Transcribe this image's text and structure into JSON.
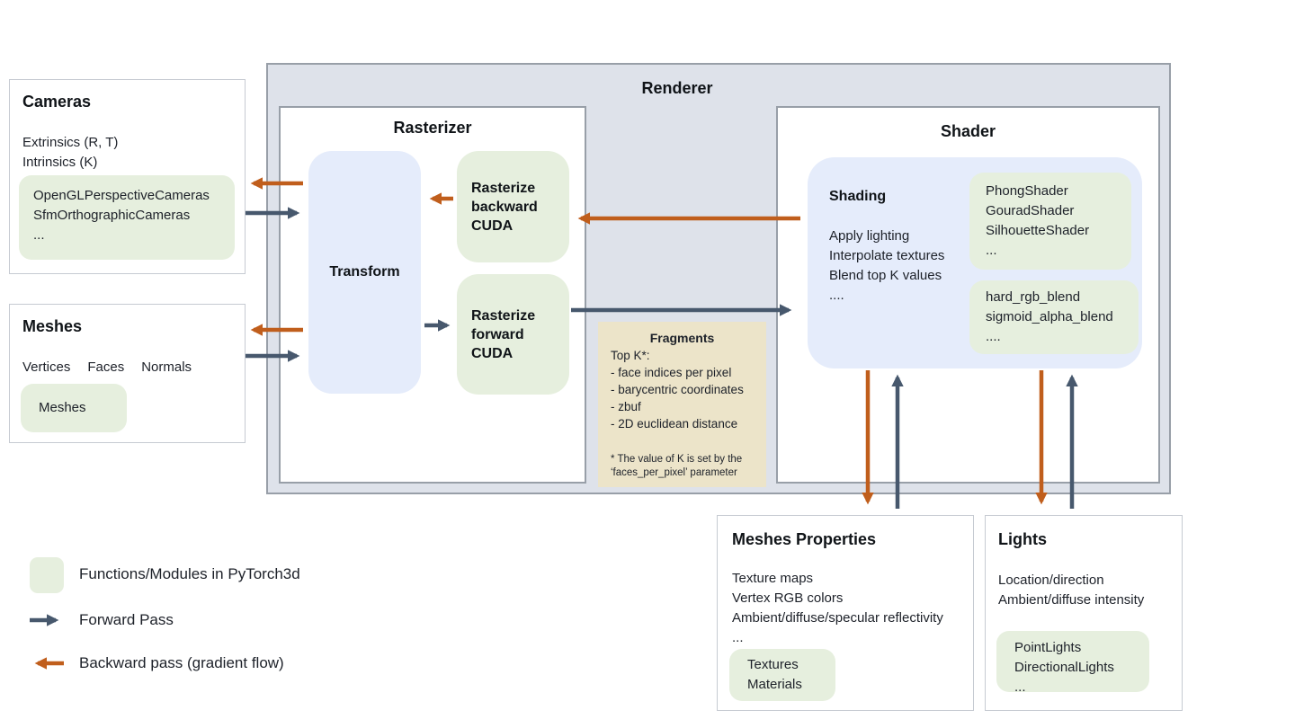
{
  "colors": {
    "backward_arrow": "#c05e1c",
    "forward_arrow": "#47586d",
    "module_green": "#e6efde",
    "block_blue": "#e5ecfb",
    "renderer_background": "#dee2ea",
    "fragments_beige": "#ece4c9",
    "panel_border": "#c6cbd2",
    "container_border": "#989fa8"
  },
  "cameras_panel": {
    "title": "Cameras",
    "lines": [
      "Extrinsics (R, T)",
      "Intrinsics (K)"
    ],
    "module_box": [
      "OpenGLPerspectiveCameras",
      "SfmOrthographicCameras",
      "..."
    ]
  },
  "meshes_panel": {
    "title": "Meshes",
    "words": [
      "Vertices",
      "Faces",
      "Normals"
    ],
    "module_box": [
      "Meshes"
    ]
  },
  "renderer": {
    "title": "Renderer"
  },
  "rasterizer": {
    "title": "Rasterizer",
    "transform_label": "Transform",
    "backward_label": "Rasterize backward CUDA",
    "forward_label": "Rasterize forward CUDA"
  },
  "shader": {
    "title": "Shader",
    "shading_title": "Shading",
    "shading_lines": [
      "Apply lighting",
      "Interpolate textures",
      "Blend top K values",
      "...."
    ],
    "shaders_box": [
      "PhongShader",
      "GouradShader",
      "SilhouetteShader",
      "..."
    ],
    "blend_box": [
      "hard_rgb_blend",
      "sigmoid_alpha_blend",
      "...."
    ]
  },
  "fragments": {
    "title": "Fragments",
    "lines": [
      "Top K*:",
      "- face indices per pixel",
      "- barycentric coordinates",
      "- zbuf",
      "- 2D euclidean distance"
    ],
    "footnote": "* The value of K is set by the ‘faces_per_pixel’ parameter"
  },
  "meshes_properties": {
    "title": "Meshes Properties",
    "lines": [
      "Texture maps",
      "Vertex RGB colors",
      "Ambient/diffuse/specular reflectivity",
      "..."
    ],
    "module_box": [
      "Textures",
      "Materials"
    ]
  },
  "lights": {
    "title": "Lights",
    "lines": [
      "Location/direction",
      "Ambient/diffuse intensity"
    ],
    "module_box": [
      "PointLights",
      "DirectionalLights",
      "..."
    ]
  },
  "legend": {
    "modules_label": "Functions/Modules in PyTorch3d",
    "forward_label": "Forward Pass",
    "backward_label": "Backward pass (gradient flow)"
  }
}
